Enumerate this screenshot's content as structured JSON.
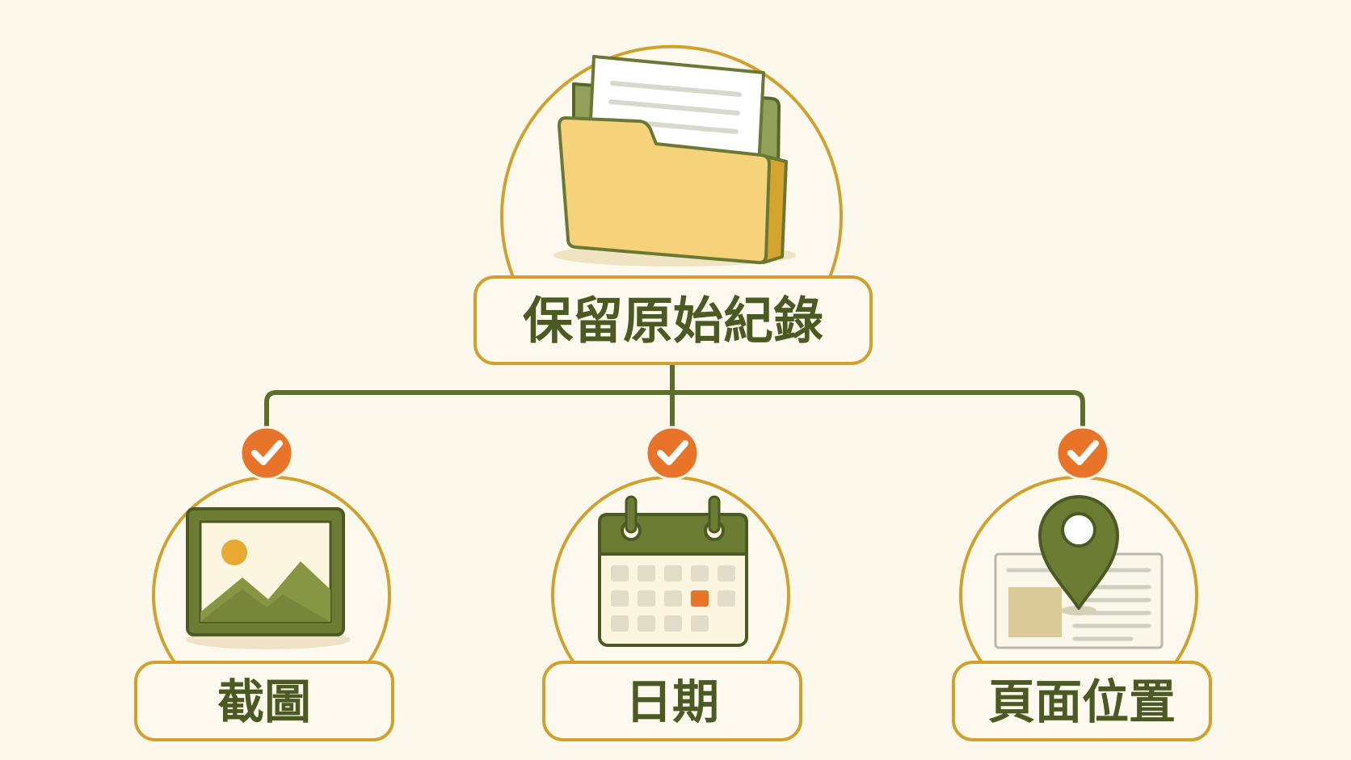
{
  "root": {
    "label": "保留原始紀錄",
    "icon": "folder-with-document-icon"
  },
  "children": [
    {
      "label": "截圖",
      "icon": "image-picture-icon",
      "check_icon": "check-circle-icon"
    },
    {
      "label": "日期",
      "icon": "calendar-icon",
      "check_icon": "check-circle-icon"
    },
    {
      "label": "頁面位置",
      "icon": "location-pin-on-page-icon",
      "check_icon": "check-circle-icon"
    }
  ],
  "colors": {
    "background": "#fcf8ec",
    "gold_outline": "#d1a12d",
    "olive": "#6b7d35",
    "dark_olive": "#4b5a22",
    "folder_yellow": "#f6d27a",
    "check_orange": "#e8742a",
    "sun_yellow": "#e7a933"
  }
}
